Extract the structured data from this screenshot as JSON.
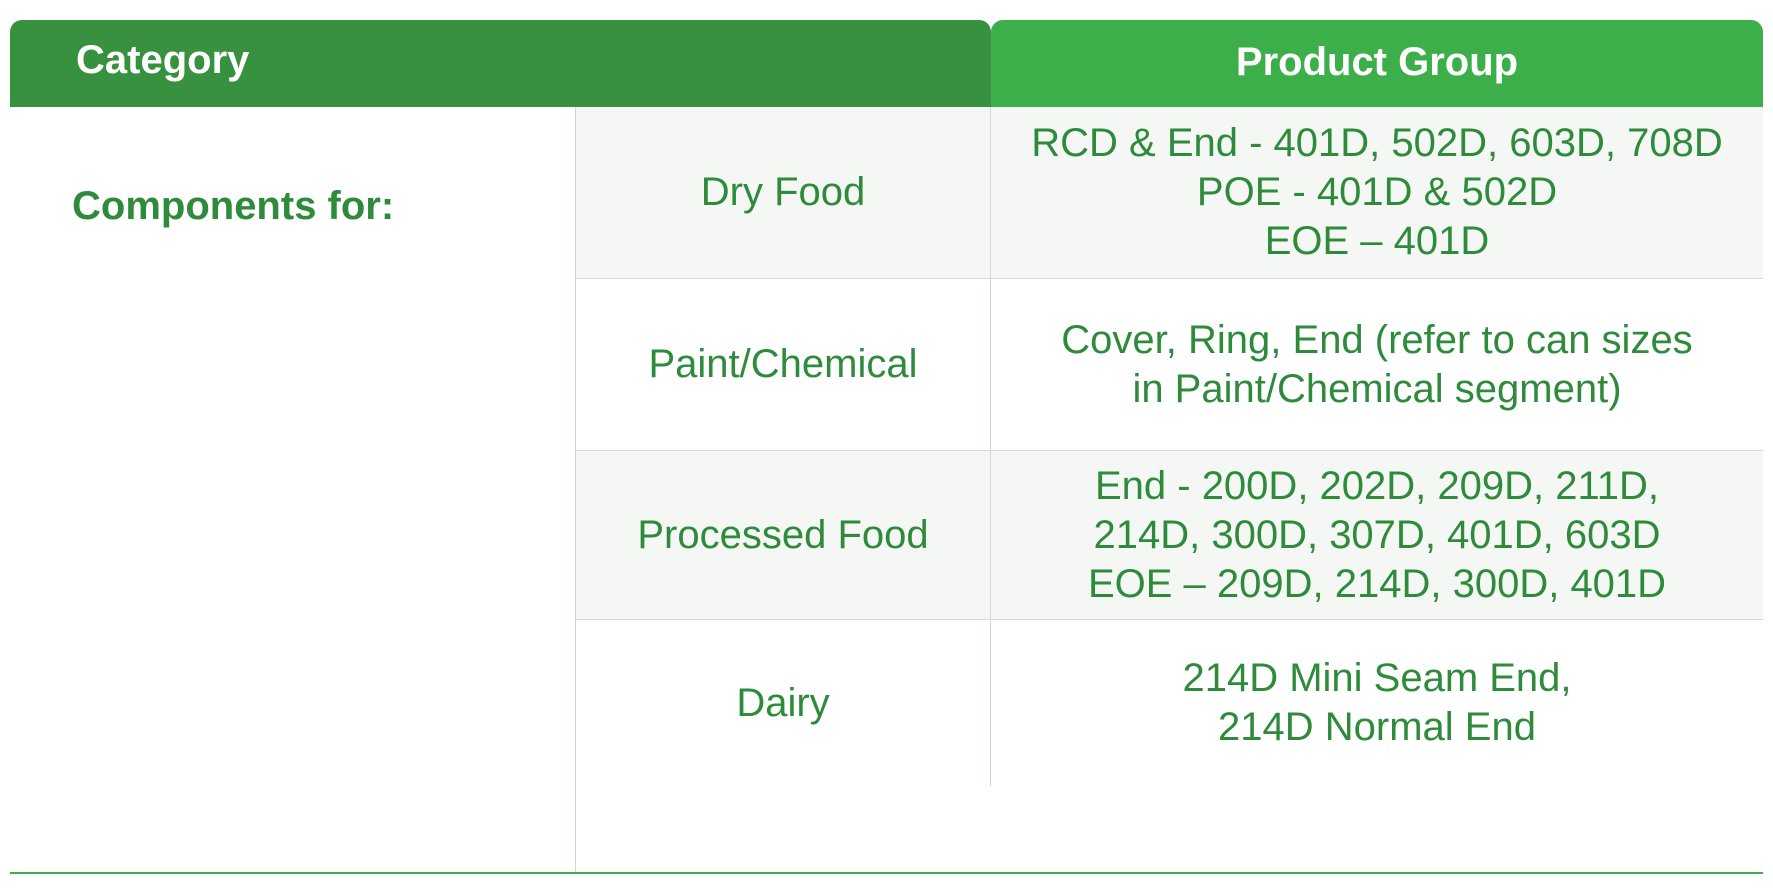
{
  "header": {
    "category_label": "Category",
    "product_group_label": "Product Group"
  },
  "category": {
    "label": "Components for:"
  },
  "rows": [
    {
      "sub": "Dry Food",
      "lines": [
        "RCD & End - 401D, 502D, 603D, 708D",
        "POE - 401D & 502D",
        "EOE – 401D"
      ]
    },
    {
      "sub": "Paint/Chemical",
      "lines": [
        "Cover, Ring, End (refer to can sizes",
        "in Paint/Chemical segment)"
      ]
    },
    {
      "sub": "Processed Food",
      "lines": [
        "End - 200D, 202D, 209D, 211D,",
        "214D, 300D, 307D, 401D, 603D",
        "EOE – 209D, 214D, 300D, 401D"
      ]
    },
    {
      "sub": "Dairy",
      "lines": [
        "214D Mini Seam End,",
        "214D Normal End"
      ]
    }
  ],
  "colors": {
    "header_dark_green": "#37913f",
    "header_bright_green": "#3cae4a",
    "text_green": "#2e8b3c",
    "row_shade": "#f5f7f5"
  }
}
